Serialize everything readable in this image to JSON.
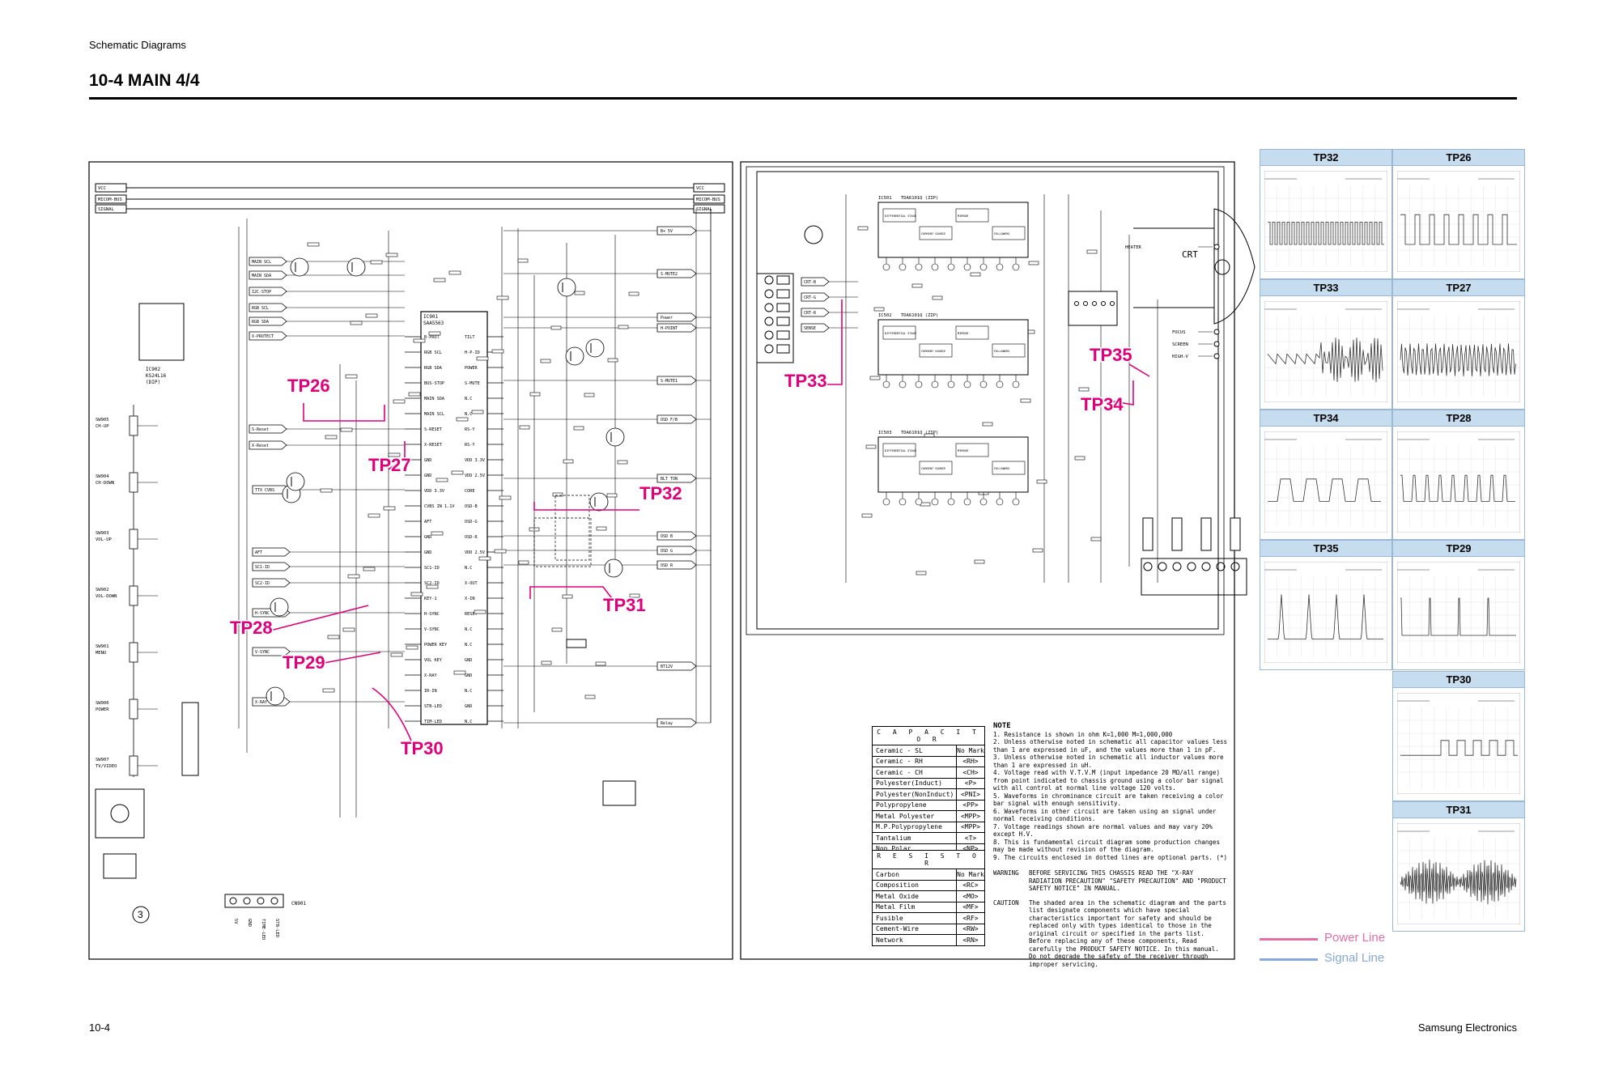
{
  "header": {
    "section": "Schematic Diagrams",
    "title": "10-4 MAIN 4/4"
  },
  "footer": {
    "page": "10-4",
    "brand": "Samsung Electronics"
  },
  "colors": {
    "power_line": "#e46da6",
    "signal_line": "#86a8dd",
    "tp_accent": "#e0007c",
    "panel_head": "#c6dcef"
  },
  "test_points": [
    {
      "id": "tp26",
      "label": "TP26"
    },
    {
      "id": "tp27",
      "label": "TP27"
    },
    {
      "id": "tp28",
      "label": "TP28"
    },
    {
      "id": "tp29",
      "label": "TP29"
    },
    {
      "id": "tp30",
      "label": "TP30"
    },
    {
      "id": "tp31",
      "label": "TP31"
    },
    {
      "id": "tp32",
      "label": "TP32"
    },
    {
      "id": "tp33",
      "label": "TP33"
    },
    {
      "id": "tp34",
      "label": "TP34"
    },
    {
      "id": "tp35",
      "label": "TP35"
    }
  ],
  "waveforms": [
    {
      "label": "TP32",
      "shape": "dense-pulse"
    },
    {
      "label": "TP26",
      "shape": "sparse-pulse"
    },
    {
      "label": "TP33",
      "shape": "sawtooth-noise"
    },
    {
      "label": "TP27",
      "shape": "burst"
    },
    {
      "label": "TP34",
      "shape": "steps"
    },
    {
      "label": "TP28",
      "shape": "comb"
    },
    {
      "label": "TP35",
      "shape": "peaks"
    },
    {
      "label": "TP29",
      "shape": "spikes"
    },
    {
      "label": "TP30",
      "shape": "square"
    },
    {
      "label": "TP31",
      "shape": "envelope"
    }
  ],
  "bus_labels": [
    "VCC",
    "MICOM-BUS",
    "SIGNAL"
  ],
  "left_ic": {
    "ref": "IC901",
    "part": "SAA5563",
    "pins_left": [
      "B-PROT",
      "RGB SCL",
      "RGB SDA",
      "BUS-STOP",
      "MAIN SDA",
      "MAIN SCL",
      "S-RESET",
      "X-RESET",
      "GND",
      "GND",
      "VDD 3.3V",
      "CVBS IN 1.1V",
      "AFT",
      "GND",
      "GND",
      "SC1-ID",
      "SC2-ID",
      "KEY-1",
      "H-SYNC",
      "V-SYNC",
      "POWER KEY",
      "VOL KEY",
      "X-RAY",
      "IR-IN",
      "STB-LED",
      "TIM-LED"
    ],
    "pins_right": [
      "TILT",
      "H-P-ID",
      "POWER",
      "S-MUTE",
      "N.C",
      "N.C",
      "RS-Y",
      "RS-Y",
      "VDD 3.3V",
      "VDD 2.5V",
      "CORE",
      "OSD-B",
      "OSD-G",
      "OSD-R",
      "VDD 2.5V",
      "N.C",
      "X-OUT",
      "X-IN",
      "RESET",
      "N.C",
      "N.C",
      "GND",
      "GND",
      "N.C",
      "GND",
      "N.C"
    ]
  },
  "connectors_right": [
    "B+ 5V",
    "S-MUTE2",
    "Power",
    "H-POINT",
    "S-MUTE1",
    "OSD F/B",
    "BLT TON",
    "OSD B",
    "OSD G",
    "OSD R",
    "BT12V",
    "Relay"
  ],
  "connectors_left": [
    "MAIN SCL",
    "MAIN SDA",
    "RGB SCL",
    "RGB SDA",
    "X-PROTECT",
    "I2C-STOP",
    "S-Reset",
    "X-Reset",
    "TTX CVBS",
    "AFT",
    "SC1-ID",
    "SC2-ID",
    "H-SYNC",
    "V-SYNC",
    "X-RAY"
  ],
  "switches": [
    {
      "ref": "SW905",
      "name": "CH-UP"
    },
    {
      "ref": "SW904",
      "name": "CH-DOWN"
    },
    {
      "ref": "SW903",
      "name": "VOL-UP"
    },
    {
      "ref": "SW902",
      "name": "VOL-DOWN"
    },
    {
      "ref": "SW901",
      "name": "MENU"
    },
    {
      "ref": "SW906",
      "name": "POWER"
    },
    {
      "ref": "SW907",
      "name": "TV/VIDEO"
    }
  ],
  "eeprom": {
    "ref": "IC902",
    "part": "KS24L16",
    "pkg": "(DIP)"
  },
  "crt_ics": [
    {
      "ref": "IC501",
      "part": "TDA6101Q (ZIP)"
    },
    {
      "ref": "IC502",
      "part": "TDA6101Q (ZIP)"
    },
    {
      "ref": "IC503",
      "part": "TDA6101Q (ZIP)"
    }
  ],
  "crt_blocks": [
    "DIFFERENTIAL STAGE",
    "CURRENT SOURCE",
    "MIRROR",
    "FOLLOWERS"
  ],
  "crt_inputs": [
    "CRT-B",
    "CRT-G",
    "CRT-R",
    "SENSE"
  ],
  "crt_label": "CRT",
  "crt_outputs": [
    "HEATER",
    "FOCUS",
    "SCREEN",
    "HIGH-V"
  ],
  "capacitor_table": {
    "title": "C A P A C I T O R",
    "head": "No Mark",
    "rows": [
      [
        "Ceramic - SL",
        "No Mark"
      ],
      [
        "Ceramic - RH",
        "<RH>"
      ],
      [
        "Ceramic - CH",
        "<CH>"
      ],
      [
        "Polyester(Induct)",
        "<P>"
      ],
      [
        "Polyester(NonInduct)",
        "<PNI>"
      ],
      [
        "Polypropylene",
        "<PP>"
      ],
      [
        "Metal Polyester",
        "<MPP>"
      ],
      [
        "M.P.Polypropylene",
        "<MPP>"
      ],
      [
        "Tantalium",
        "<T>"
      ],
      [
        "Non Polar",
        "<NP>"
      ]
    ]
  },
  "resistor_table": {
    "title": "R E S I S T O R",
    "rows": [
      [
        "Carbon",
        "No Mark"
      ],
      [
        "Composition",
        "<RC>"
      ],
      [
        "Metal Oxide",
        "<MO>"
      ],
      [
        "Metal Film",
        "<MF>"
      ],
      [
        "Fusible",
        "<RF>"
      ],
      [
        "Cement-Wire",
        "<RW>"
      ],
      [
        "Network",
        "<RN>"
      ]
    ]
  },
  "notes": {
    "title": "NOTE",
    "items": [
      "1. Resistance is shown in ohm K=1,000 M=1,000,000",
      "2. Unless otherwise noted in schematic all capacitor values less than 1 are expressed in uF, and the values more than 1 in pF.",
      "3. Unless otherwise noted in schematic all inductor values more than 1 are expressed in uH.",
      "4. Voltage read with V.T.V.M (input impedance 20 MΩ/all range) from point indicated to chassis ground using a color bar signal with all control at normal line voltage 120 volts.",
      "5. Waveforms in chrominance circuit are taken receiving a color bar signal with enough sensitivity.",
      "6. Waveforms in other circuit are taken using an signal under normal receiving conditions.",
      "7. Voltage readings shown are normal values and may vary 20% except H.V.",
      "8. This is fundamental circuit diagram some production changes may be made without revision of the diagram.",
      "9. The circuits enclosed in dotted lines are optional parts. (*)"
    ],
    "warning_key": "WARNING",
    "warning": "BEFORE SERVICING THIS CHASSIS READ THE \"X-RAY RADIATION PRECAUTION\" \"SAFETY PRECAUTION\" AND \"PRODUCT SAFETY NOTICE\" IN MANUAL.",
    "caution_key": "CAUTION",
    "caution": "The shaded area in the schematic diagram and the parts list designate components which have special characteristics important for safety and should be replaced only with types identical to those in the original circuit or specified in the parts list. Before replacing any of these components, Read carefully the PRODUCT SAFETY NOTICE. In this manual. Do not degrade the safety of the receiver through improper servicing."
  },
  "legend": {
    "power_line": "Power Line",
    "signal_line": "Signal Line"
  },
  "marker": "3",
  "bottom_connector": {
    "ref": "CN901",
    "pins": [
      "5V",
      "GND",
      "TIME-LED",
      "STB-LED"
    ]
  }
}
